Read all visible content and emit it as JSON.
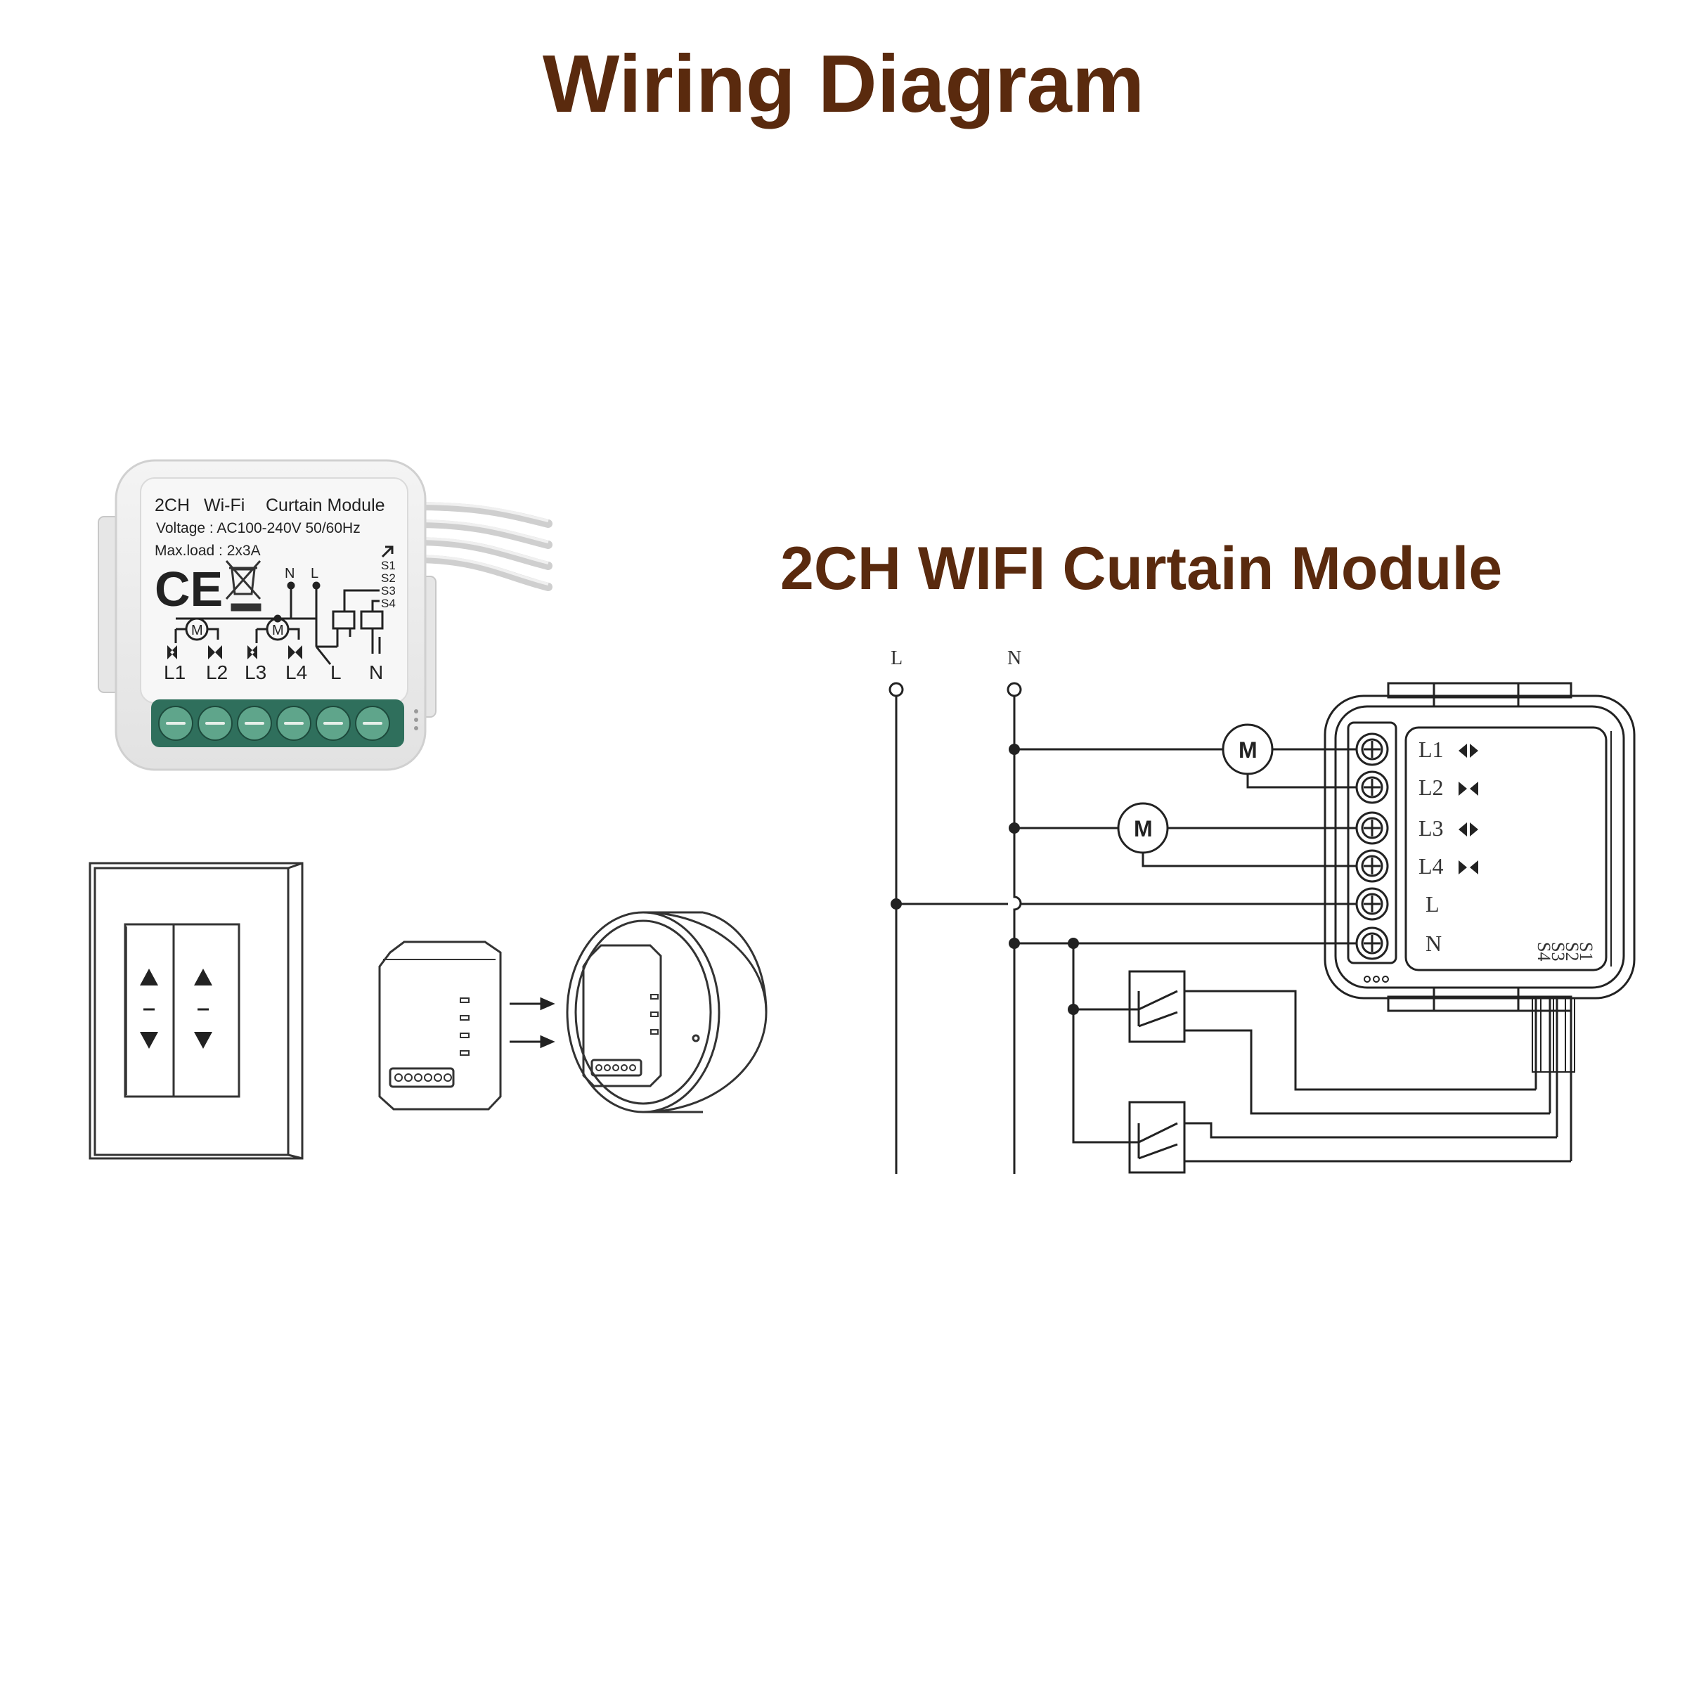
{
  "title": "Wiring Diagram",
  "subtitle": "2CH WIFI Curtain Module",
  "module_label": {
    "line1_a": "2CH",
    "line1_b": "Wi-Fi",
    "line1_c": "Curtain Module",
    "voltage": "Voltage : AC100-240V 50/60Hz",
    "maxload": "Max.load : 2x3A",
    "ce": "CE",
    "top_terminals": [
      "N",
      "L"
    ],
    "switch_labels": [
      "S1",
      "S2",
      "S3",
      "S4"
    ],
    "bottom_terminals": [
      "L1",
      "L2",
      "L3",
      "L4",
      "L",
      "N"
    ],
    "motor": "M"
  },
  "schematic": {
    "bus_labels": [
      "L",
      "N"
    ],
    "terminals": [
      "L1",
      "L2",
      "L3",
      "L4",
      "L",
      "N"
    ],
    "switch_terminals": [
      "S1",
      "S2",
      "S3",
      "S4"
    ],
    "motor_label": "M"
  },
  "icons": [
    "open-arrows-icon",
    "close-arrows-icon",
    "up-triangle-icon",
    "down-triangle-icon",
    "wifi-arrow-icon",
    "weee-bin-icon"
  ],
  "colors": {
    "title": "#5a2a0e",
    "terminal_green": "#3f8a72",
    "line": "#222222"
  }
}
